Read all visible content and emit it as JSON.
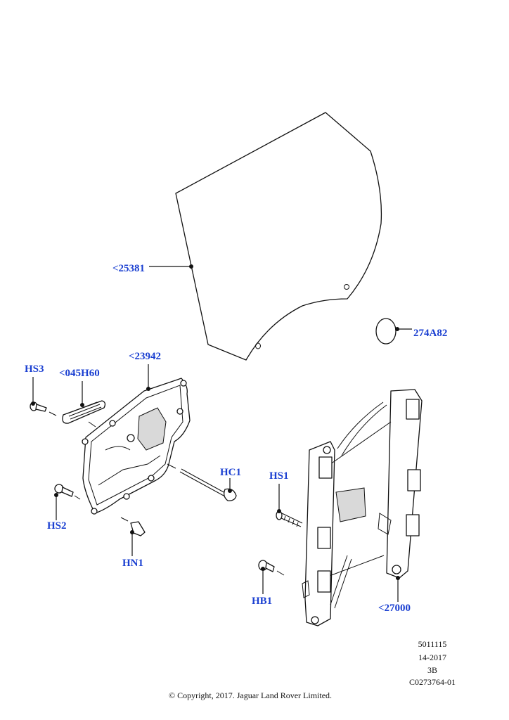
{
  "callouts": {
    "glass": "<25381",
    "seal_ring": "274A82",
    "motor_panel": "<23942",
    "hs3": "HS3",
    "strip": "<045H60",
    "hs2": "HS2",
    "hn1": "HN1",
    "hc1": "HC1",
    "hs1": "HS1",
    "hb1": "HB1",
    "regulator": "<27000"
  },
  "footer": {
    "ref_number": "5011115",
    "date_code": "14-2017",
    "revision": "3B",
    "drawing_id": "C0273764-01",
    "copyright": "© Copyright, 2017. Jaguar Land Rover Limited."
  },
  "colors": {
    "callout_text": "#1a3fd1",
    "line_art": "#111111",
    "background": "#ffffff"
  }
}
